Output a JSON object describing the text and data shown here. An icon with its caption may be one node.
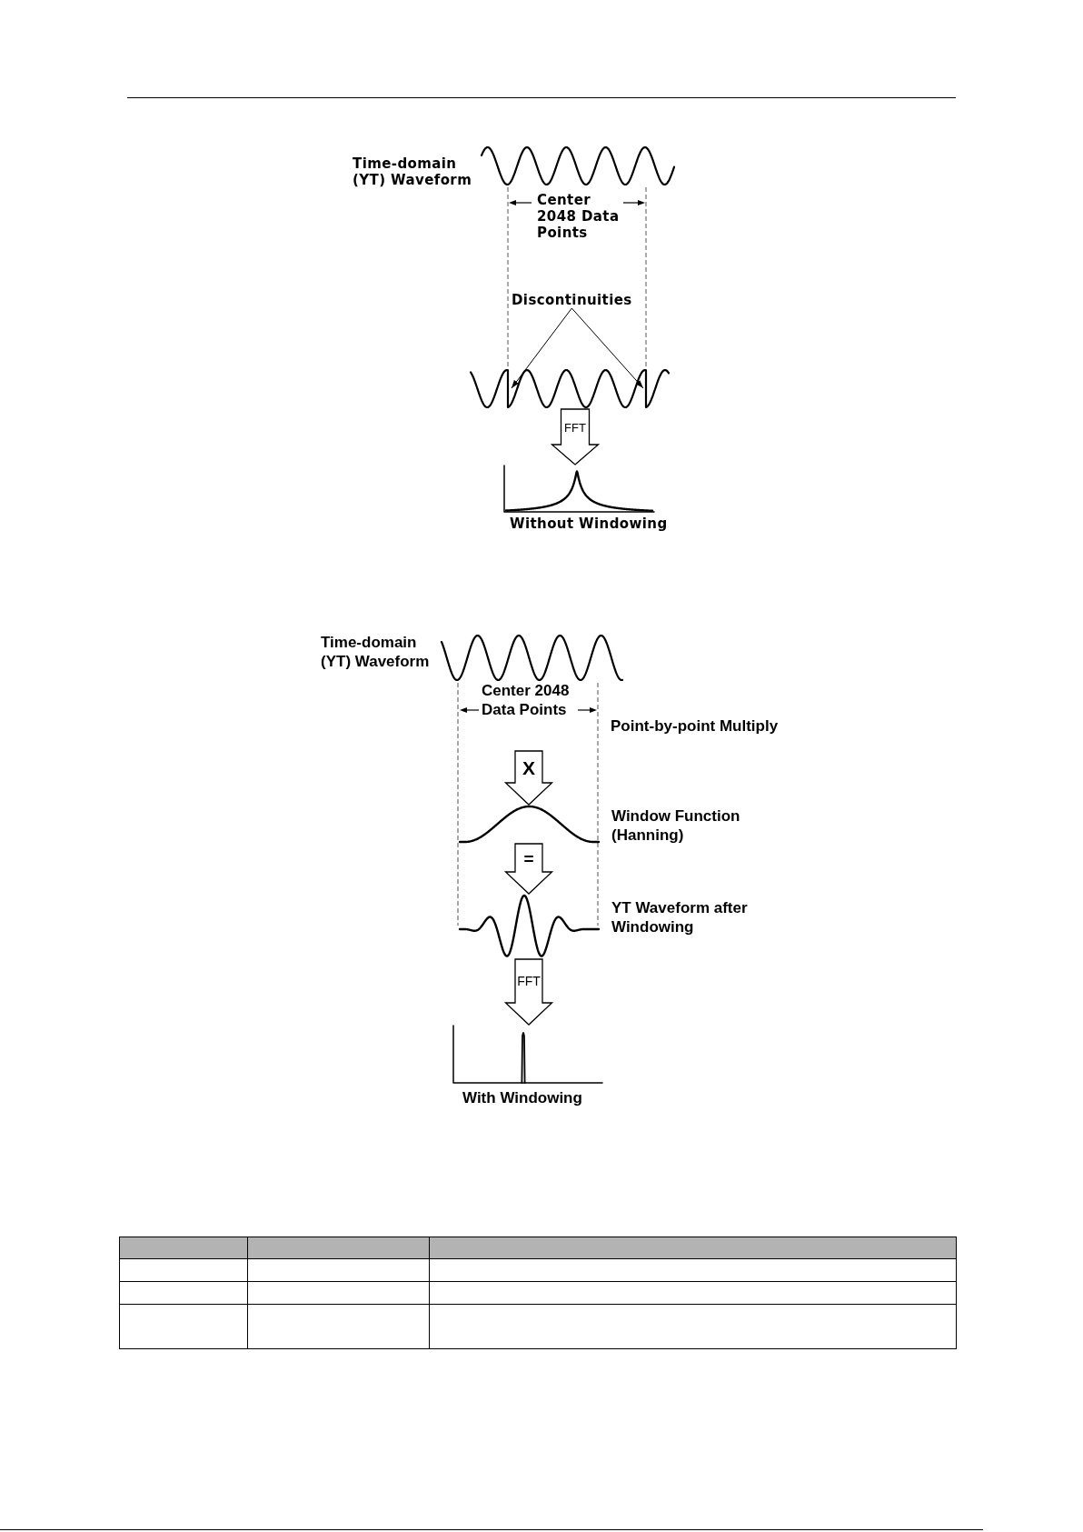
{
  "diagram": {
    "nodes": [
      {
        "text": [],
        "shape": "picture",
        "beside": [
          "Time-domain (YT) Waveform"
        ]
      },
      {
        "text": [
          "Discontinuities"
        ]
      },
      {
        "text": [],
        "shape": "picture"
      },
      {
        "text": [],
        "shape": "picture",
        "beside": [
          "Without Windowing"
        ]
      },
      {
        "text": [],
        "shape": "picture",
        "beside": [
          "Time-domain (YT) Waveform"
        ]
      },
      {
        "text": [],
        "shape": "picture",
        "beside": [
          "Window Function (Hanning)"
        ]
      },
      {
        "text": [],
        "shape": "picture",
        "beside": [
          "YT Waveform after Windowing"
        ]
      },
      {
        "text": [],
        "shape": "picture",
        "beside": [
          "With Windowing"
        ]
      }
    ],
    "edges": [
      {
        "from": 1,
        "to": 2,
        "arrow": "to"
      },
      {
        "from": 1,
        "to": 2,
        "arrow": "to"
      },
      {
        "from": 2,
        "to": 3,
        "arrow": "to",
        "label": "FFT",
        "style": "thick"
      },
      {
        "from": null,
        "to": 5,
        "arrow": "to",
        "label": "X",
        "style": "thick"
      },
      {
        "from": 5,
        "to": 6,
        "arrow": "to",
        "label": "=",
        "style": "thick"
      },
      {
        "from": 6,
        "to": 7,
        "arrow": "to",
        "label": "FFT",
        "style": "thick"
      }
    ],
    "labels": [
      "Center 2048 Data Points",
      "Center 2048 Data Points",
      "Point-by-point Multiply"
    ]
  }
}
